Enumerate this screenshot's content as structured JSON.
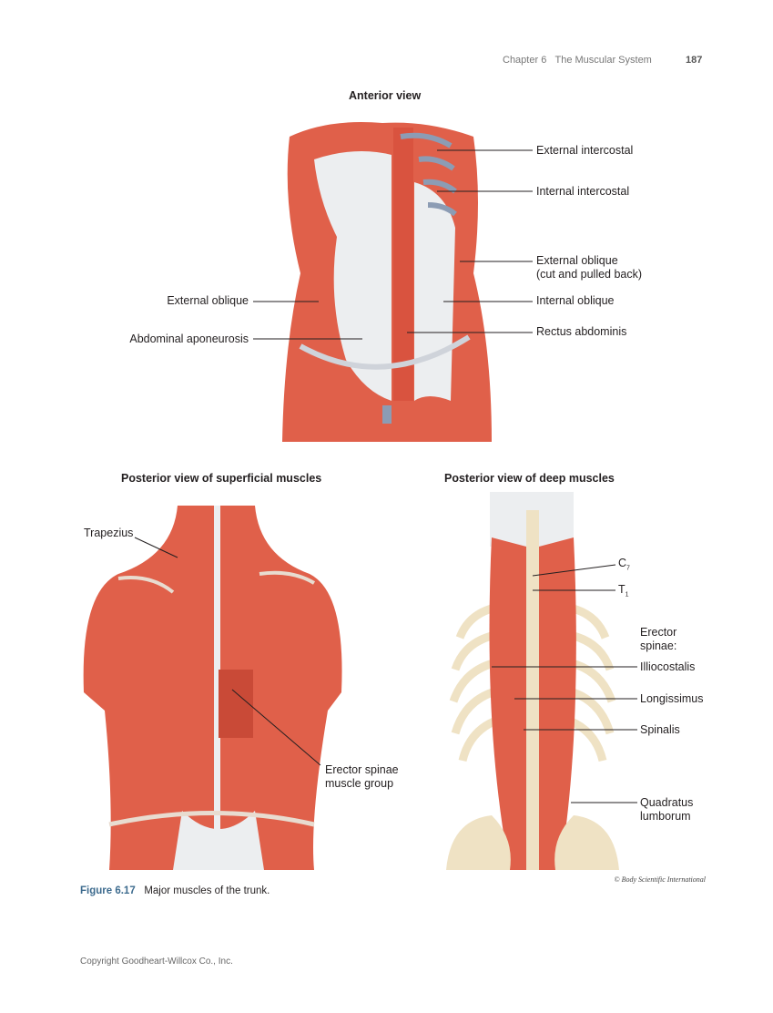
{
  "header": {
    "chapter": "Chapter 6",
    "chapter_title": "The Muscular System",
    "page_number": "187"
  },
  "figure": {
    "anterior": {
      "title": "Anterior view",
      "labels": {
        "external_intercostal": "External intercostal",
        "internal_intercostal": "Internal intercostal",
        "external_oblique_cut_1": "External oblique",
        "external_oblique_cut_2": "(cut and pulled back)",
        "internal_oblique": "Internal oblique",
        "rectus_abdominis": "Rectus abdominis",
        "external_oblique": "External oblique",
        "abdominal_aponeurosis": "Abdominal aponeurosis"
      }
    },
    "posterior_superficial": {
      "title": "Posterior view of superficial muscles",
      "labels": {
        "trapezius": "Trapezius",
        "erector_1": "Erector spinae",
        "erector_2": "muscle group"
      }
    },
    "posterior_deep": {
      "title": "Posterior view of deep muscles",
      "labels": {
        "c7": "C",
        "c7_sub": "7",
        "t1": "T",
        "t1_sub": "1",
        "erector_1": "Erector",
        "erector_2": "spinae:",
        "illiocostalis": "Illiocostalis",
        "longissimus": "Longissimus",
        "spinalis": "Spinalis",
        "quadratus_1": "Quadratus",
        "quadratus_2": "lumborum"
      }
    },
    "credit": "© Body Scientific International",
    "number": "Figure 6.17",
    "caption": "Major muscles of the trunk."
  },
  "footer": {
    "copyright": "Copyright Goodheart-Willcox Co., Inc."
  },
  "colors": {
    "muscle": "#e0604a",
    "muscle_dark": "#b83a2c",
    "fascia": "#eceef0",
    "bone": "#efe2c4",
    "figure_label": "#3d6b8e"
  }
}
